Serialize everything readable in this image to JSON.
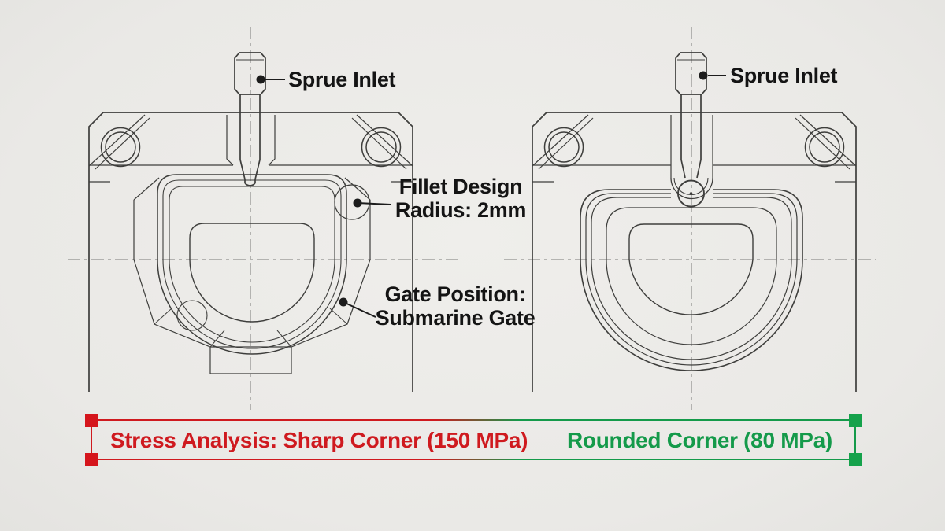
{
  "annotations": {
    "sprue_inlet_left": "Sprue Inlet",
    "sprue_inlet_right": "Sprue Inlet",
    "fillet_line1": "Fillet Design",
    "fillet_line2": "Radius: 2mm",
    "gate_line1": "Gate Position:",
    "gate_line2": "Submarine Gate"
  },
  "stress_bar": {
    "sharp_label": "Stress Analysis: Sharp Corner (150 MPa)",
    "rounded_label": "Rounded Corner (80 MPa)",
    "sharp_color": "#cf1a1f",
    "rounded_color": "#149a4a"
  },
  "colors": {
    "background": "#ebeae7",
    "line_ink": "#3e3e3c",
    "centerline": "#7a7a78",
    "label_text": "#141414"
  }
}
